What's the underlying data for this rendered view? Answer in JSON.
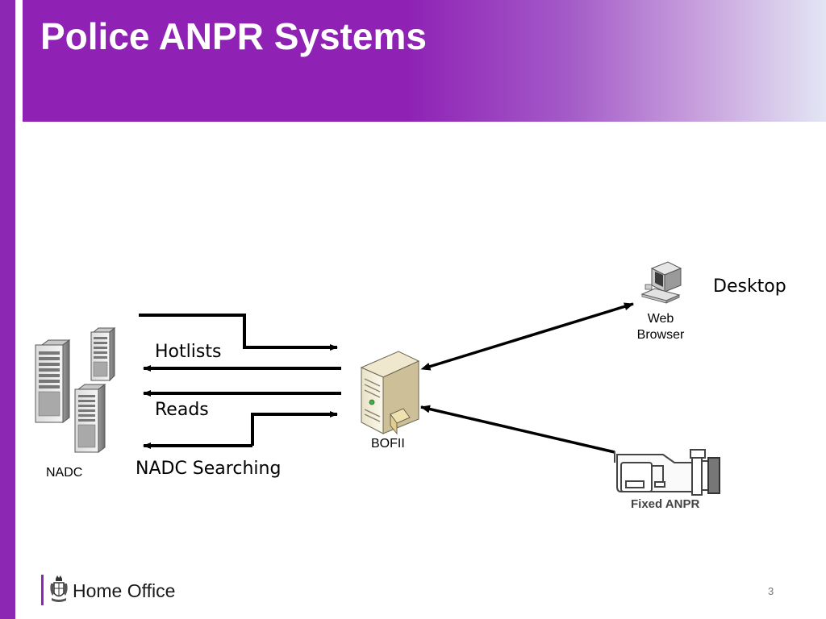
{
  "slide": {
    "title": "Police ANPR Systems",
    "page_number": "3"
  },
  "diagram": {
    "nodes": {
      "nadc": {
        "label": "NADC",
        "icon": "server-rack-icon"
      },
      "bofii": {
        "label": "BOFII",
        "icon": "server-icon"
      },
      "web_browser": {
        "label_line1": "Web",
        "label_line2": "Browser",
        "icon": "desktop-computer-icon"
      },
      "desktop": {
        "label": "Desktop"
      },
      "fixed_anpr": {
        "label": "Fixed ANPR",
        "icon": "camera-icon"
      }
    },
    "flows": {
      "hotlists": "Hotlists",
      "reads": "Reads",
      "nadc_searching": "NADC Searching"
    }
  },
  "footer": {
    "brand": "Home Office",
    "logo_icon": "royal-crest-icon"
  },
  "colors": {
    "accent_purple": "#8c27b4",
    "header_gradient_end": "#e2e6f4",
    "arrow": "#000000"
  }
}
